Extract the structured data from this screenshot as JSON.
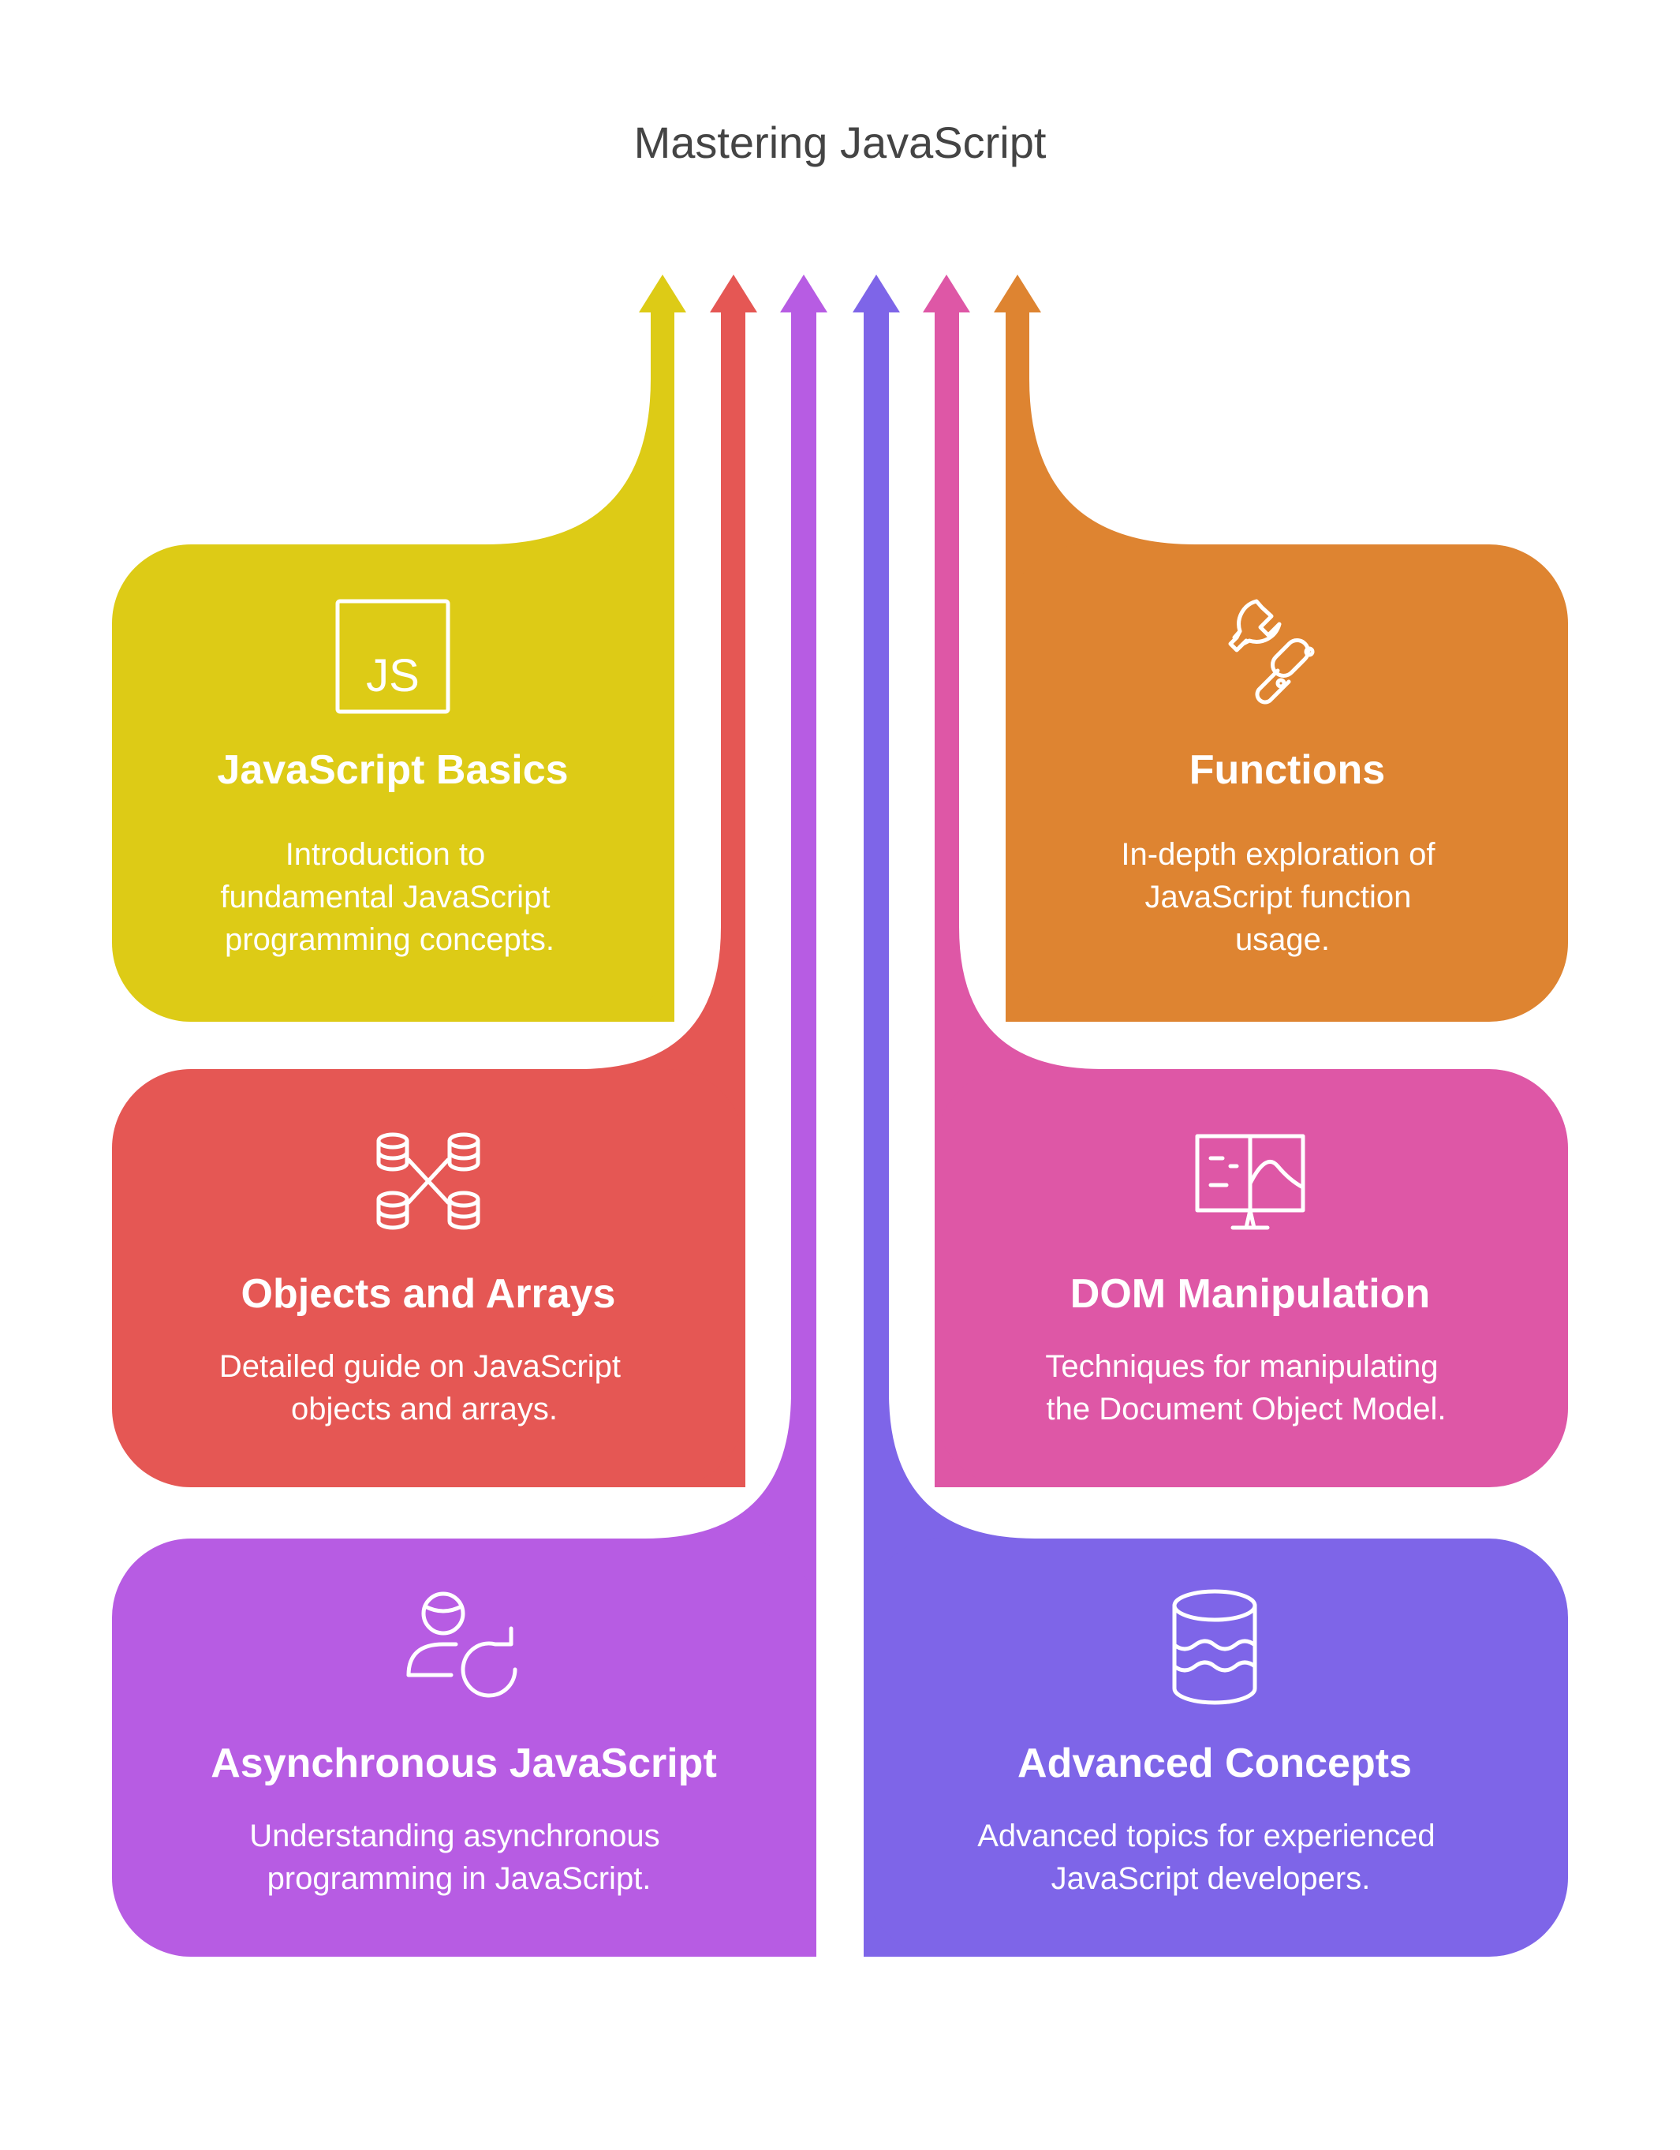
{
  "title": "Mastering JavaScript",
  "colors": {
    "yellow": "#DDCB16",
    "red": "#E55754",
    "purple": "#B75CE3",
    "violet": "#7E65E8",
    "pink": "#DE57A6",
    "orange": "#DE8431"
  },
  "cards": [
    {
      "title": "JavaScript Basics",
      "icon": "js-icon",
      "icon_text": "JS",
      "description": [
        "Introduction to",
        "fundamental JavaScript",
        "programming concepts."
      ]
    },
    {
      "title": "Objects and Arrays",
      "icon": "database-network-icon",
      "description": [
        "Detailed guide on JavaScript",
        "objects and arrays."
      ]
    },
    {
      "title": "Asynchronous JavaScript",
      "icon": "user-refresh-icon",
      "description": [
        "Understanding asynchronous",
        "programming in JavaScript."
      ]
    },
    {
      "title": "Functions",
      "icon": "tools-icon",
      "description": [
        "In-depth exploration of",
        "JavaScript function",
        "usage."
      ]
    },
    {
      "title": "DOM Manipulation",
      "icon": "monitor-layout-icon",
      "description": [
        "Techniques for manipulating",
        "the Document Object Model."
      ]
    },
    {
      "title": "Advanced Concepts",
      "icon": "database-icon",
      "description": [
        "Advanced topics for experienced",
        "JavaScript developers."
      ]
    }
  ]
}
